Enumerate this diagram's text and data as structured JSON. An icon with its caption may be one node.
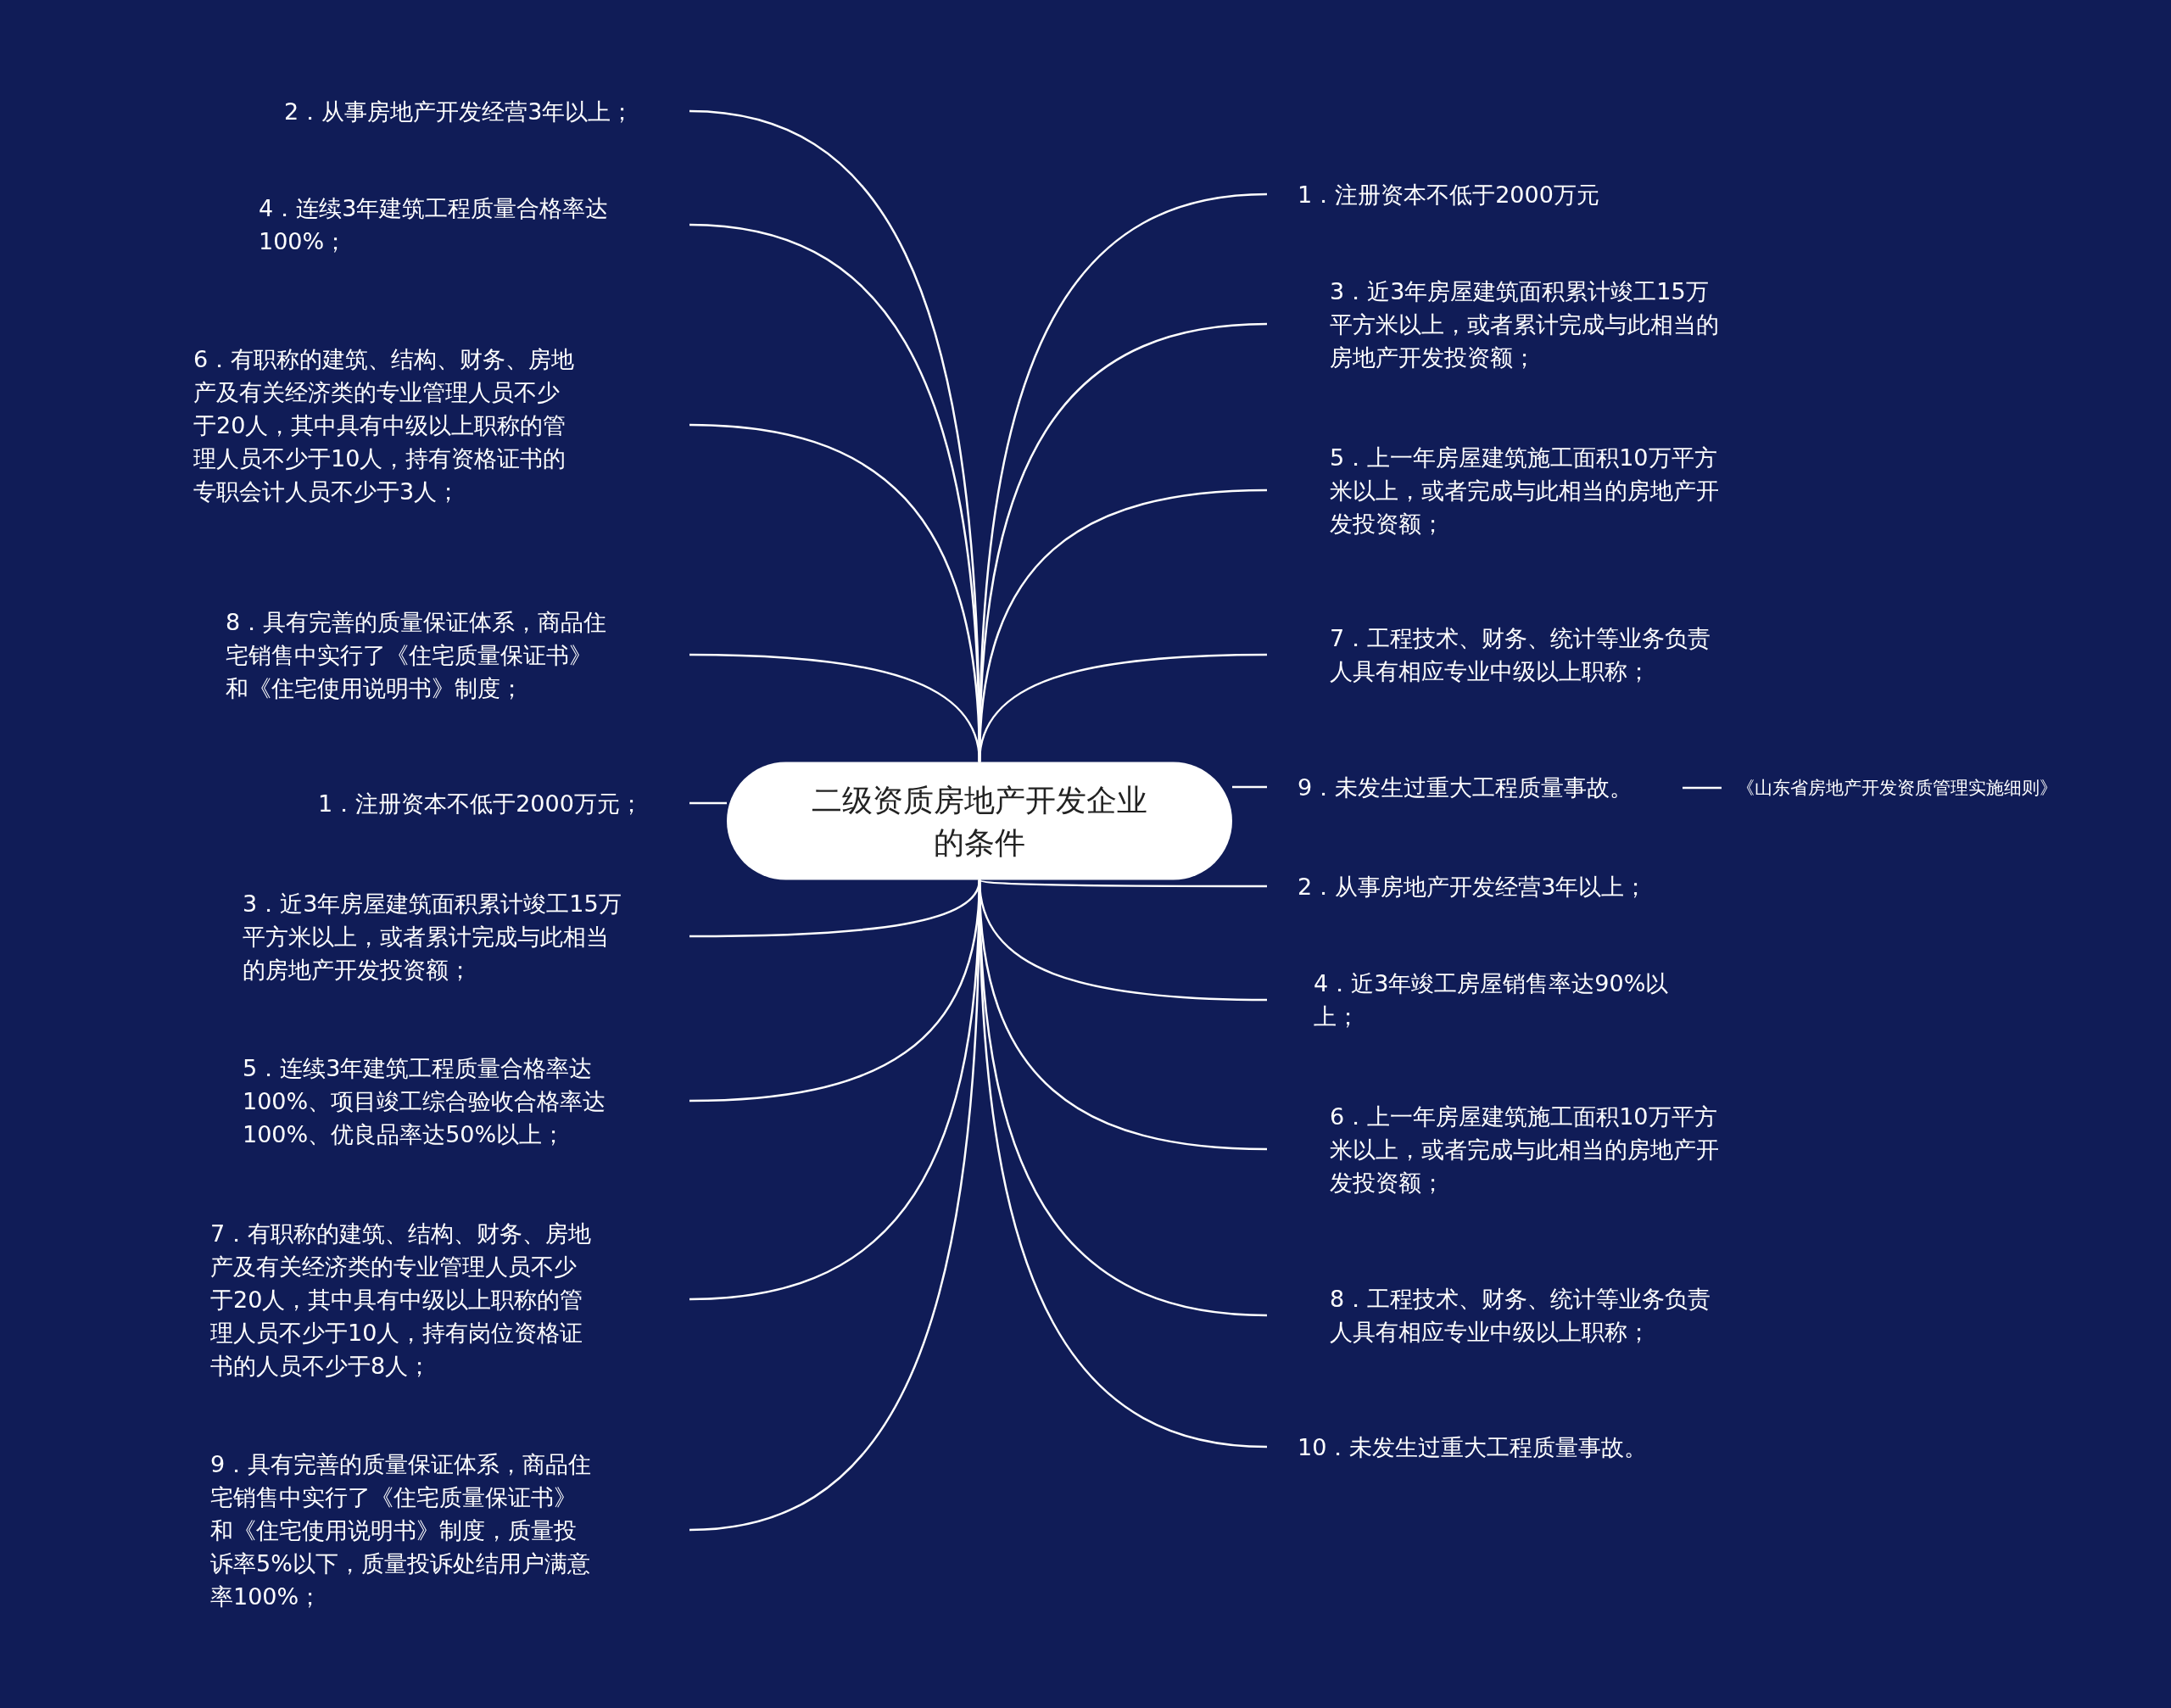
{
  "diagram": {
    "nodes": [
      {
        "text": [
          "二级资质房地产开发企业的条件"
        ]
      },
      {
        "text": [
          "2．从事房地产开发经营3年以上；"
        ]
      },
      {
        "text": [
          "4．连续3年建筑工程质量合格率达100%；"
        ]
      },
      {
        "text": [
          "6．有职称的建筑、结构、财务、房地产及有关经济类的专业管理人员不少于20人，其中具有中级以上职称的管理人员不少于10人，持有资格证书的专职会计人员不少于3人；"
        ]
      },
      {
        "text": [
          "8．具有完善的质量保证体系，商品住宅销售中实行了《住宅质量保证书》和《住宅使用说明书》制度；"
        ]
      },
      {
        "text": [
          "1．注册资本不低于2000万元；"
        ]
      },
      {
        "text": [
          "3．近3年房屋建筑面积累计竣工15万平方米以上，或者累计完成与此相当的房地产开发投资额；"
        ]
      },
      {
        "text": [
          "5．连续3年建筑工程质量合格率达100%、项目竣工综合验收合格率达100%、优良品率达50%以上；"
        ]
      },
      {
        "text": [
          "7．有职称的建筑、结构、财务、房地产及有关经济类的专业管理人员不少于20人，其中具有中级以上职称的管理人员不少于10人，持有岗位资格证书的人员不少于8人；"
        ]
      },
      {
        "text": [
          "9．具有完善的质量保证体系，商品住宅销售中实行了《住宅质量保证书》和《住宅使用说明书》制度，质量投诉率5%以下，质量投诉处结用户满意率100%；"
        ]
      },
      {
        "text": [
          "1．注册资本不低于2000万元"
        ]
      },
      {
        "text": [
          "3．近3年房屋建筑面积累计竣工15万平方米以上，或者累计完成与此相当的房地产开发投资额；"
        ]
      },
      {
        "text": [
          "5．上一年房屋建筑施工面积10万平方米以上，或者完成与此相当的房地产开发投资额；"
        ]
      },
      {
        "text": [
          "7．工程技术、财务、统计等业务负责人具有相应专业中级以上职称；"
        ]
      },
      {
        "text": [
          "9．未发生过重大工程质量事故。"
        ]
      },
      {
        "text": [
          "2．从事房地产开发经营3年以上；"
        ]
      },
      {
        "text": [
          "4．近3年竣工房屋销售率达90%以上；"
        ]
      },
      {
        "text": [
          "6．上一年房屋建筑施工面积10万平方米以上，或者完成与此相当的房地产开发投资额；"
        ]
      },
      {
        "text": [
          "8．工程技术、财务、统计等业务负责人具有相应专业中级以上职称；"
        ]
      },
      {
        "text": [
          "10．未发生过重大工程质量事故。"
        ]
      },
      {
        "text": [
          "《山东省房地产开发资质管理实施细则》"
        ]
      }
    ],
    "edges": [
      {
        "from": 0,
        "to": 1,
        "arrow": "none"
      },
      {
        "from": 0,
        "to": 2,
        "arrow": "none"
      },
      {
        "from": 0,
        "to": 3,
        "arrow": "none"
      },
      {
        "from": 0,
        "to": 4,
        "arrow": "none"
      },
      {
        "from": 0,
        "to": 5,
        "arrow": "none"
      },
      {
        "from": 0,
        "to": 6,
        "arrow": "none"
      },
      {
        "from": 0,
        "to": 7,
        "arrow": "none"
      },
      {
        "from": 0,
        "to": 8,
        "arrow": "none"
      },
      {
        "from": 0,
        "to": 9,
        "arrow": "none"
      },
      {
        "from": 0,
        "to": 10,
        "arrow": "none"
      },
      {
        "from": 0,
        "to": 11,
        "arrow": "none"
      },
      {
        "from": 0,
        "to": 12,
        "arrow": "none"
      },
      {
        "from": 0,
        "to": 13,
        "arrow": "none"
      },
      {
        "from": 0,
        "to": 14,
        "arrow": "none"
      },
      {
        "from": 0,
        "to": 15,
        "arrow": "none"
      },
      {
        "from": 0,
        "to": 16,
        "arrow": "none"
      },
      {
        "from": 0,
        "to": 17,
        "arrow": "none"
      },
      {
        "from": 0,
        "to": 18,
        "arrow": "none"
      },
      {
        "from": 0,
        "to": 19,
        "arrow": "none"
      },
      {
        "from": 14,
        "to": 20,
        "arrow": "none"
      }
    ]
  }
}
